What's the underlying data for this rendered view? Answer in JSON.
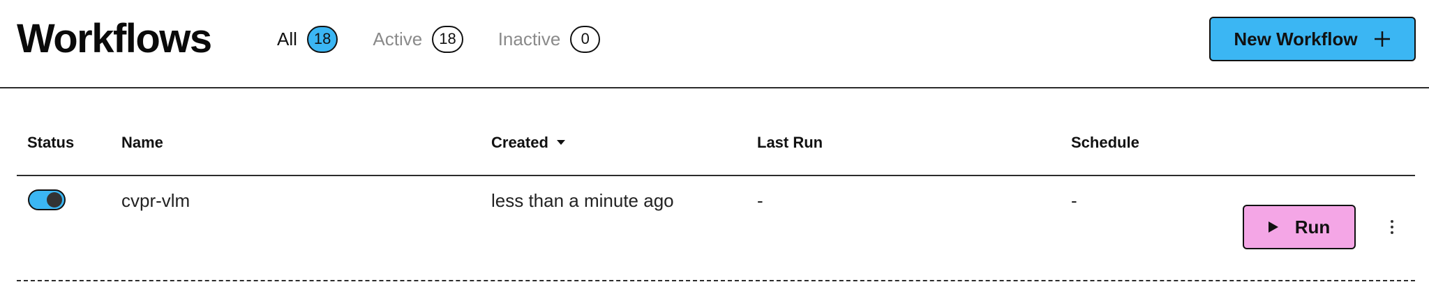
{
  "header": {
    "title": "Workflows",
    "tabs": [
      {
        "label": "All",
        "count": "18"
      },
      {
        "label": "Active",
        "count": "18"
      },
      {
        "label": "Inactive",
        "count": "0"
      }
    ],
    "new_button_label": "New Workflow"
  },
  "table": {
    "columns": [
      "Status",
      "Name",
      "Created",
      "Last Run",
      "Schedule"
    ],
    "sorted_column": "Created",
    "rows": [
      {
        "status_enabled": true,
        "name": "cvpr-vlm",
        "created": "less than a minute ago",
        "last_run": "-",
        "schedule": "-",
        "run_label": "Run"
      }
    ]
  },
  "icons": {
    "new_button": "plus-icon",
    "sort": "caret-down-icon",
    "run": "play-icon",
    "more": "more-vertical-icon"
  },
  "colors": {
    "accent_blue": "#3bb6f3",
    "run_pink": "#f4a6e6",
    "border": "#111111"
  }
}
